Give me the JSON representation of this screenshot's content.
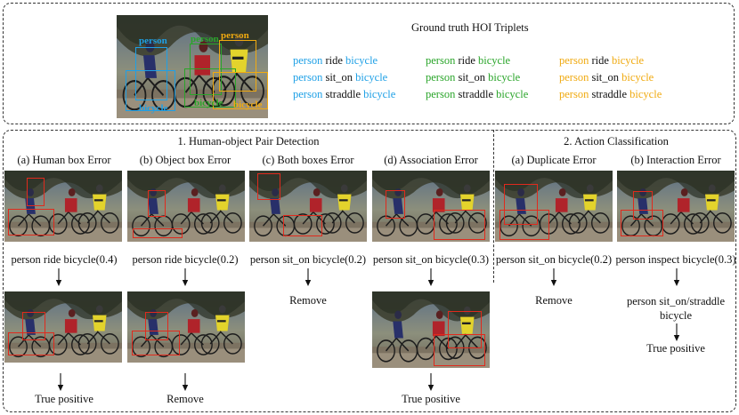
{
  "top": {
    "title": "Ground truth HOI Triplets",
    "photo_labels": [
      {
        "text": "person",
        "color": "#1ea0e6"
      },
      {
        "text": "person",
        "color": "#2aa52a"
      },
      {
        "text": "person",
        "color": "#f0aa10"
      },
      {
        "text": "bicycle",
        "color": "#1ea0e6"
      },
      {
        "text": "bicycle",
        "color": "#2aa52a"
      },
      {
        "text": "bicycle",
        "color": "#f0aa10"
      }
    ],
    "triplet_columns": [
      {
        "color": "#1ea0e6",
        "rows": [
          {
            "subject": "person",
            "verb": "ride",
            "object": "bicycle"
          },
          {
            "subject": "person",
            "verb": "sit_on",
            "object": "bicycle"
          },
          {
            "subject": "person",
            "verb": "straddle",
            "object": "bicycle"
          }
        ]
      },
      {
        "color": "#2aa52a",
        "rows": [
          {
            "subject": "person",
            "verb": "ride",
            "object": "bicycle"
          },
          {
            "subject": "person",
            "verb": "sit_on",
            "object": "bicycle"
          },
          {
            "subject": "person",
            "verb": "straddle",
            "object": "bicycle"
          }
        ]
      },
      {
        "color": "#f0aa10",
        "rows": [
          {
            "subject": "person",
            "verb": "ride",
            "object": "bicycle"
          },
          {
            "subject": "person",
            "verb": "sit_on",
            "object": "bicycle"
          },
          {
            "subject": "person",
            "verb": "straddle",
            "object": "bicycle"
          }
        ]
      }
    ]
  },
  "sections": {
    "detection_title": "1. Human-object Pair Detection",
    "classification_title": "2. Action Classification"
  },
  "columns": [
    {
      "heading": "(a) Human box Error",
      "prediction": "person ride bicycle(0.4)",
      "outcome": "True positive"
    },
    {
      "heading": "(b) Object box Error",
      "prediction": "person ride bicycle(0.2)",
      "outcome": "Remove"
    },
    {
      "heading": "(c) Both boxes Error",
      "prediction": "person sit_on bicycle(0.2)",
      "outcome": "Remove"
    },
    {
      "heading": "(d) Association Error",
      "prediction": "person sit_on bicycle(0.3)",
      "outcome": "True positive"
    },
    {
      "heading": "(a) Duplicate Error",
      "prediction": "person sit_on bicycle(0.2)",
      "outcome": "Remove"
    },
    {
      "heading": "(b) Interaction Error",
      "prediction": "person inspect bicycle(0.3)",
      "correction_line1": "person sit_on/straddle",
      "correction_line2": "bicycle",
      "outcome": "True positive"
    }
  ],
  "colors": {
    "box_red": "#e02a1d",
    "blue": "#1ea0e6",
    "green": "#2aa52a",
    "orange": "#f0aa10"
  }
}
